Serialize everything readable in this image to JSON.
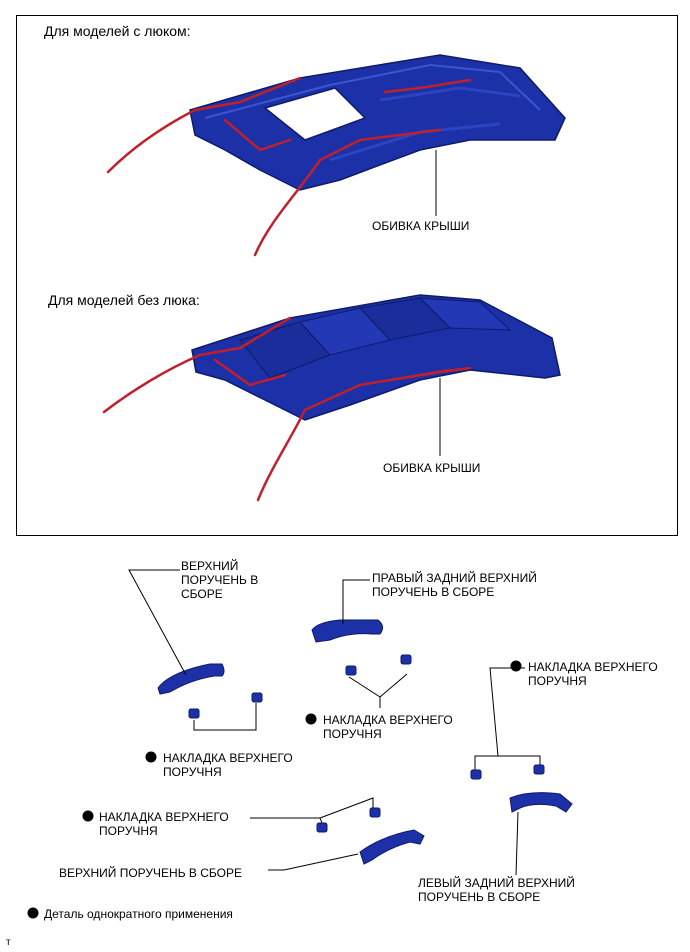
{
  "top_panel": {
    "sunroof_heading": "Для моделей с люком:",
    "sunroof_part_label": "ОБИВКА КРЫШИ",
    "no_sunroof_heading": "Для моделей без люка:",
    "no_sunroof_part_label": "ОБИВКА КРЫШИ"
  },
  "parts": {
    "upper_grip_assembly_top": "ВЕРХНИЙ\nПОРУЧЕНЬ В\nСБОРЕ",
    "rear_right_grip": "ПРАВЫЙ ЗАДНИЙ ВЕРХНИЙ\nПОРУЧЕНЬ В СБОРЕ",
    "cover_right_top": "НАКЛАДКА ВЕРХНЕГО\nПОРУЧНЯ",
    "cover_middle": "НАКЛАДКА ВЕРХНЕГО\nПОРУЧНЯ",
    "cover_left_upper": "НАКЛАДКА ВЕРХНЕГО\nПОРУЧНЯ",
    "cover_left_lower": "НАКЛАДКА ВЕРХНЕГО\nПОРУЧНЯ",
    "upper_grip_assembly_bottom": "ВЕРХНИЙ ПОРУЧЕНЬ В СБОРЕ",
    "rear_left_grip": "ЛЕВЫЙ ЗАДНИЙ ВЕРХНИЙ\nПОРУЧЕНЬ В СБОРЕ"
  },
  "legend": {
    "single_use_note": "Деталь однократного применения"
  },
  "corner_mark": "т",
  "colors": {
    "part_blue": "#1c31a8",
    "harness_red": "#c0202a",
    "line": "#000000"
  }
}
